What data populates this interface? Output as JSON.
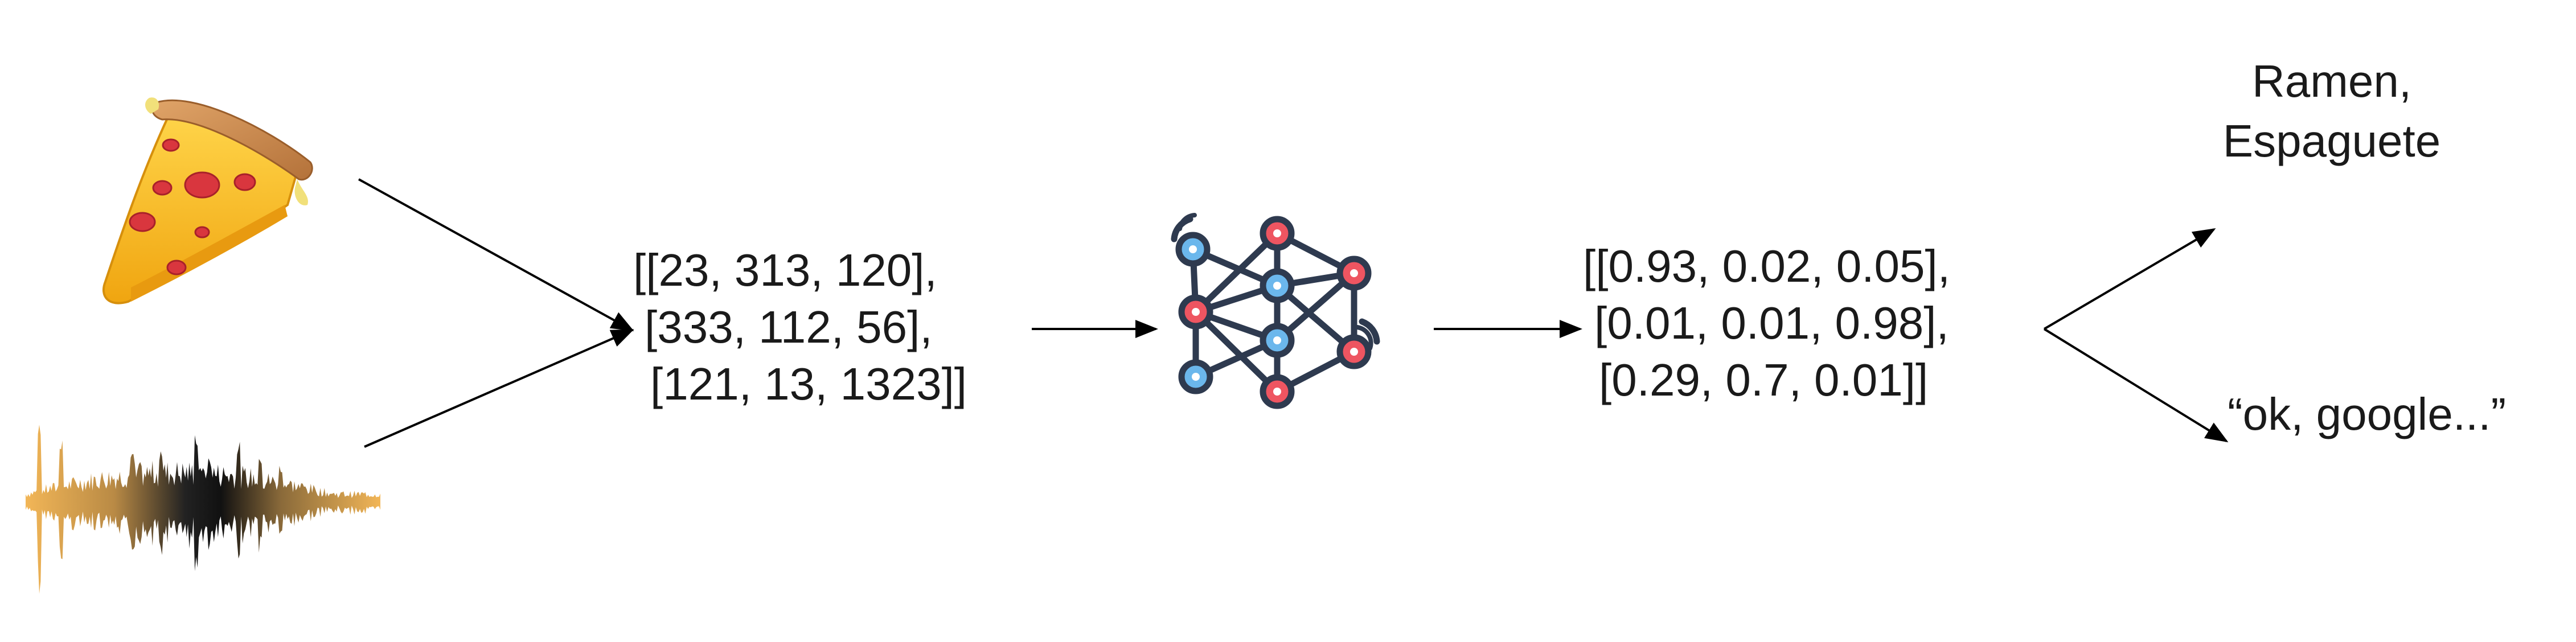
{
  "inputs": {
    "pizza": {
      "icon": "pizza-slice-icon"
    },
    "audio": {
      "icon": "audio-waveform-icon"
    }
  },
  "input_matrix": [
    "[[23, 313, 120],",
    "[333, 112, 56],",
    "[121, 13, 1323]]"
  ],
  "model": {
    "icon": "neural-network-icon"
  },
  "output_matrix": [
    "[[0.93, 0.02, 0.05],",
    "[0.01, 0.01, 0.98],",
    "[0.29, 0.7, 0.01]]"
  ],
  "outputs": {
    "food_line1": "Ramen,",
    "food_line2": "Espaguete",
    "speech": "“ok, google...”"
  },
  "colors": {
    "line": "#000000",
    "node_outline": "#2e3a4f",
    "node_red": "#ee5561",
    "node_blue": "#6bb7ec",
    "pizza_crust": "#c98a4e",
    "pizza_cheese": "#f5b81c",
    "pepperoni": "#d9363e",
    "wave_light": "#f2b657",
    "wave_dark": "#111111"
  }
}
